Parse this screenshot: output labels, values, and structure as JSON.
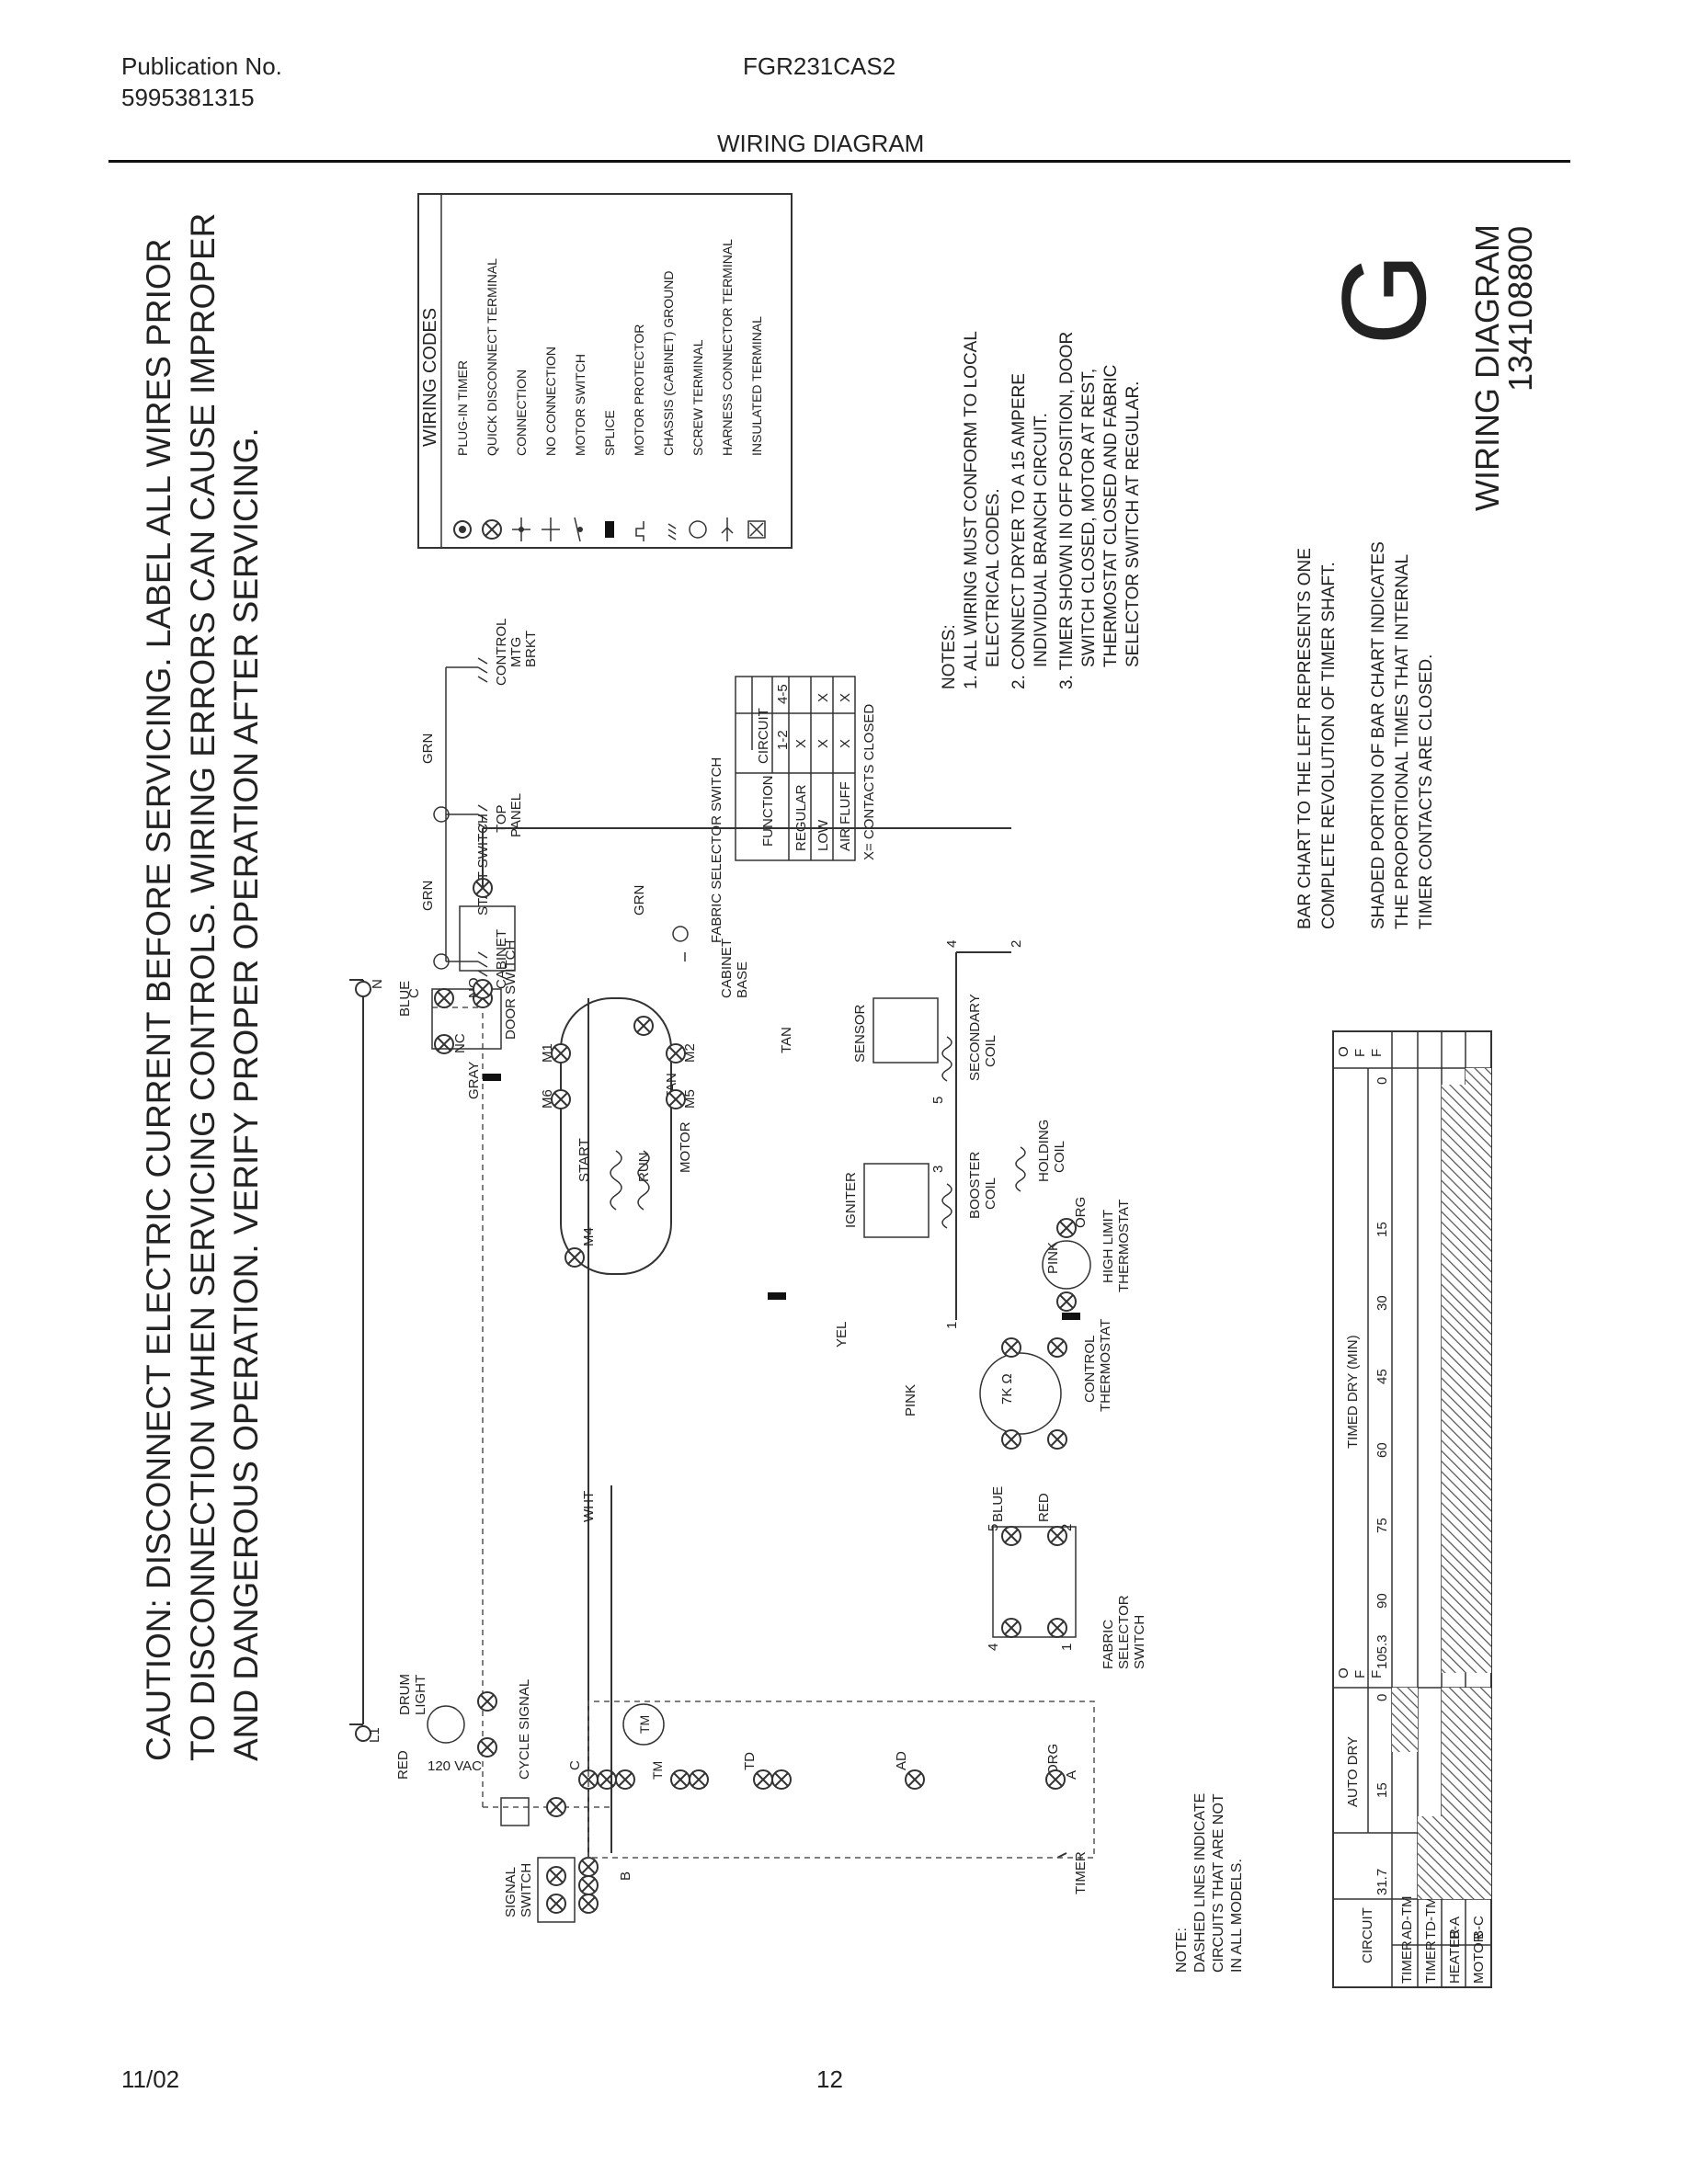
{
  "header": {
    "publication_label": "Publication No.",
    "publication_number": "5995381315",
    "model": "FGR231CAS2",
    "section_title": "WIRING DIAGRAM"
  },
  "footer": {
    "date": "11/02",
    "page_number": "12"
  },
  "caution": {
    "line1": "CAUTION: DISCONNECT ELECTRIC CURRENT BEFORE SERVICING. LABEL ALL WIRES PRIOR",
    "line2": "TO DISCONNECTION WHEN SERVICING CONTROLS. WIRING ERRORS CAN CAUSE IMPROPER",
    "line3": "AND DANGEROUS OPERATION. VERIFY PROPER OPERATION AFTER SERVICING."
  },
  "wiring_codes": {
    "title": "WIRING CODES",
    "items": [
      "PLUG-IN TIMER",
      "QUICK DISCONNECT TERMINAL",
      "CONNECTION",
      "NO CONNECTION",
      "MOTOR SWITCH",
      "SPLICE",
      "MOTOR PROTECTOR",
      "CHASSIS (CABINET) GROUND",
      "SCREW TERMINAL",
      "HARNESS CONNECTOR TERMINAL",
      "INSULATED TERMINAL"
    ]
  },
  "grounds": {
    "cabinet": "CABINET",
    "top_panel": [
      "TOP",
      "PANEL"
    ],
    "control": [
      "CONTROL",
      "MTG",
      "BRKT"
    ],
    "wire": "GRN"
  },
  "fabric_selector_table": {
    "title": "FABRIC SELECTOR SWITCH",
    "function_header": "FUNCTION",
    "circuit_header": "CIRCUIT",
    "columns": [
      "1-2",
      "4-5"
    ],
    "rows": [
      {
        "function": "REGULAR",
        "c12": "X",
        "c45": ""
      },
      {
        "function": "LOW",
        "c12": "X",
        "c45": "X"
      },
      {
        "function": "AIR FLUFF",
        "c12": "X",
        "c45": "X"
      }
    ],
    "footnote": "X= CONTACTS CLOSED"
  },
  "notes": {
    "title": "NOTES:",
    "lines": [
      "1. ALL WIRING MUST CONFORM TO LOCAL",
      "ELECTRICAL CODES.",
      "2. CONNECT DRYER TO A 15 AMPERE",
      "INDIVIDUAL BRANCH CIRCUIT.",
      "3. TIMER SHOWN IN OFF POSITION, DOOR",
      "SWITCH CLOSED, MOTOR AT REST,",
      "THERMOSTAT CLOSED AND FABRIC",
      "SELECTOR SWITCH AT REGULAR."
    ]
  },
  "diagram_id": {
    "letter": "G",
    "title": "WIRING DIAGRAM",
    "number": "134108800"
  },
  "bar_chart_note": {
    "para1": [
      "BAR CHART TO THE LEFT REPRESENTS ONE",
      "COMPLETE REVOLUTION OF TIMER SHAFT."
    ],
    "para2": [
      "SHADED PORTION OF BAR CHART INDICATES",
      "THE PROPORTIONAL TIMES THAT INTERNAL",
      "TIMER CONTACTS ARE CLOSED."
    ]
  },
  "dashed_note": [
    "NOTE:",
    "DASHED LINES INDICATE",
    "CIRCUITS THAT ARE NOT",
    "IN ALL MODELS."
  ],
  "timer_chart": {
    "circuit_header": "CIRCUIT",
    "rows": [
      [
        "TIMER",
        "AD-TM"
      ],
      [
        "TIMER",
        "TD-TM"
      ],
      [
        "HEATER",
        "B-A"
      ],
      [
        "MOTOR",
        "B-C"
      ]
    ],
    "auto_dry_label": "AUTO DRY",
    "auto_dry_ticks": [
      "31.7",
      "15",
      "0"
    ],
    "off_label": [
      "O",
      "F",
      "F"
    ],
    "timed_dry_label": "TIMED DRY (MIN)",
    "timed_dry_ticks": [
      "105.3",
      "90",
      "75",
      "60",
      "45",
      "30",
      "15",
      "0"
    ]
  },
  "schematic_labels": {
    "supply": "120 VAC",
    "l1": "L1",
    "n": "N",
    "red": "RED",
    "blue": "BLUE",
    "wht": "WHT",
    "drum_light": [
      "DRUM",
      "LIGHT"
    ],
    "cycle_signal": "CYCLE SIGNAL",
    "signal_switch": [
      "SIGNAL",
      "SWITCH"
    ],
    "door_switch": "DOOR SWITCH",
    "no": "NO",
    "nc": "NC",
    "c": "C",
    "start_switch": "START SWITCH",
    "gray": "GRAY",
    "motor": "MOTOR",
    "start": "START",
    "run": "RUN",
    "m1": "M1",
    "m2": "M2",
    "m4": "M4",
    "m5": "M5",
    "m6": "M6",
    "grn": "GRN",
    "cabinet_base": [
      "CABINET",
      "BASE"
    ],
    "tan": "TAN",
    "tm": "TM",
    "td": "TD",
    "ad": "AD",
    "a": "A",
    "b": "B",
    "timer": "TIMER",
    "org": "ORG",
    "fabric_selector": [
      "FABRIC",
      "SELECTOR",
      "SWITCH"
    ],
    "blue2": "BLUE",
    "red2": "RED",
    "pink": "PINK",
    "control_thermostat": [
      "CONTROL",
      "THERMOSTAT"
    ],
    "resistor": "7K Ω",
    "high_limit": [
      "HIGH LIMIT",
      "THERMOSTAT"
    ],
    "yel": "YEL",
    "igniter": "IGNITER",
    "sensor": "SENSOR",
    "booster_coil": [
      "BOOSTER",
      "COIL"
    ],
    "secondary_coil": [
      "SECONDARY",
      "COIL"
    ],
    "holding_coil": [
      "HOLDING",
      "COIL"
    ],
    "n1": "1",
    "n2": "2",
    "n3": "3",
    "n4": "4",
    "n5": "5"
  }
}
